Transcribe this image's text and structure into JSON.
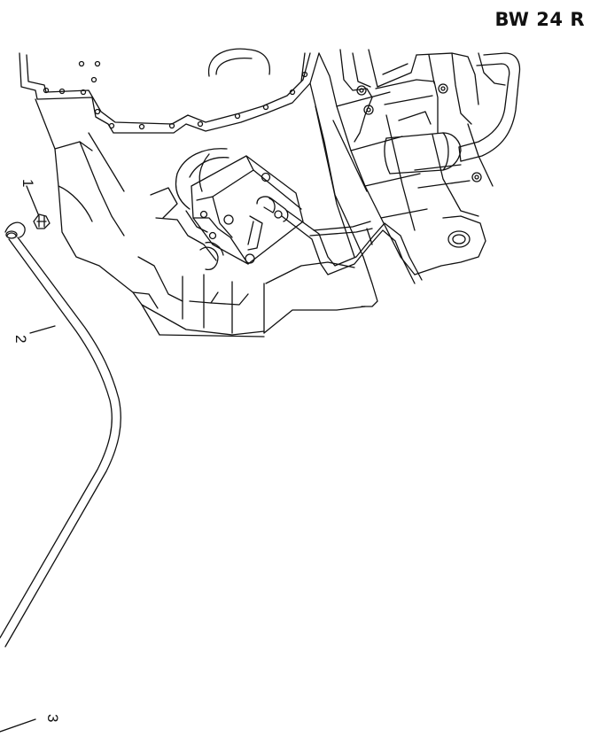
{
  "header": {
    "title": "BW 24 R"
  },
  "callouts": {
    "c1": "1",
    "c2": "2",
    "c3": "3"
  },
  "colors": {
    "line": "#111111",
    "background": "#ffffff"
  }
}
